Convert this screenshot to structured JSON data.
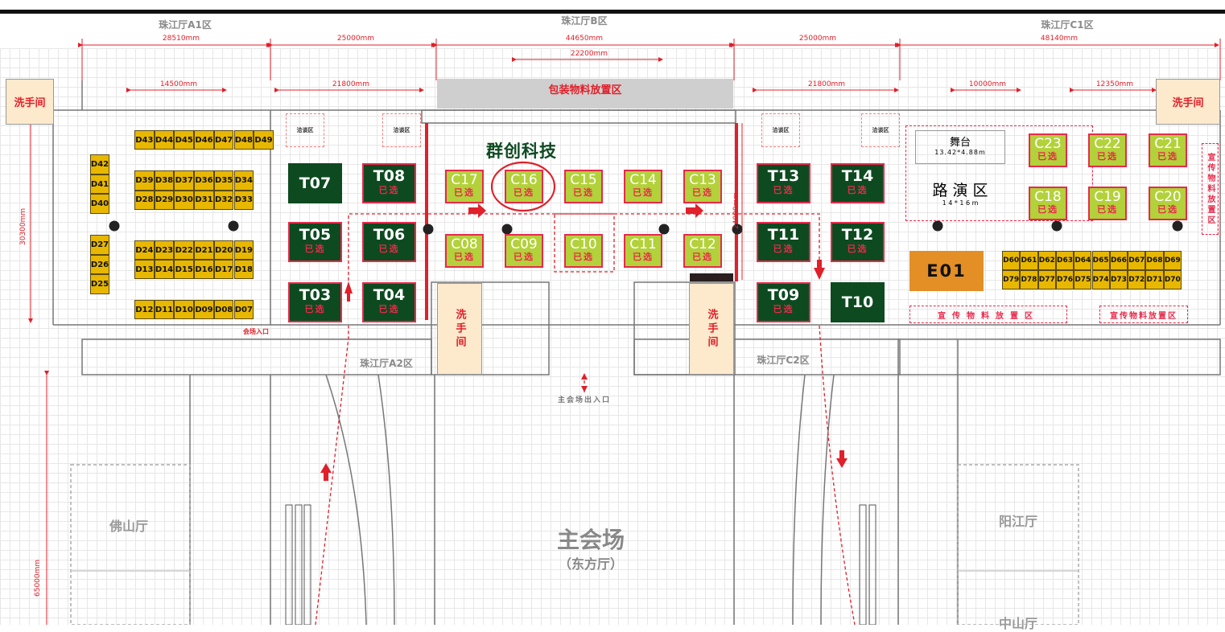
{
  "zones": {
    "a1": "珠江厅A1区",
    "b": "珠江厅B区",
    "c1": "珠江厅C1区",
    "a2": "珠江厅A2区",
    "c2": "珠江厅C2区"
  },
  "dimensions": {
    "a1_width": "28510mm",
    "a_gap": "25000mm",
    "b_width": "44650mm",
    "c_gap": "25000mm",
    "c1_width": "48140mm",
    "b_inner": "22200mm",
    "a1_inner": "14500mm",
    "a_inner": "21800mm",
    "c_inner": "21800mm",
    "c1_inner1": "10000mm",
    "c1_inner2": "12350mm",
    "a1_height": "30300mm",
    "b_height": "24000mm",
    "main_height": "65000mm"
  },
  "rooms": {
    "washroom": "洗手间",
    "packing_area": "包装物料放置区",
    "negotiation": "洽谈区",
    "entrance": "会场入口",
    "main_exit": "主会场出入口",
    "main_hall": "主会场",
    "main_hall_sub": "（东方厅）",
    "foshan": "佛山厅",
    "yangjiang": "阳江厅",
    "zhongshan": "中山厅",
    "stage": "舞台",
    "stage_size": "13.42*4.88m",
    "roadshow": "路 演 区",
    "roadshow_size": "1 4 * 1 6 m",
    "promo_area": "宣传物料放置区"
  },
  "highlight": {
    "company": "群创科技",
    "booth": "C16"
  },
  "selected_label": "已选",
  "d_booths": {
    "row_top": [
      "D43",
      "D44",
      "D45",
      "D46",
      "D47",
      "D48",
      "D49"
    ],
    "col_upper": [
      "D42",
      "D41",
      "D40"
    ],
    "row_2a": [
      "D39",
      "D38",
      "D37",
      "D36",
      "D35",
      "D34"
    ],
    "row_2b": [
      "D28",
      "D29",
      "D30",
      "D31",
      "D32",
      "D33"
    ],
    "col_lower": [
      "D27",
      "D26",
      "D25"
    ],
    "row_3a": [
      "D24",
      "D23",
      "D22",
      "D21",
      "D20",
      "D19"
    ],
    "row_3b": [
      "D13",
      "D14",
      "D15",
      "D16",
      "D17",
      "D18"
    ],
    "row_4": [
      "D12",
      "D11",
      "D10",
      "D09",
      "D08",
      "D07"
    ],
    "row_c1a": [
      "D60",
      "D61",
      "D62",
      "D63",
      "D64",
      "D65",
      "D66",
      "D67",
      "D68",
      "D69"
    ],
    "row_c1b": [
      "D79",
      "D78",
      "D77",
      "D76",
      "D75",
      "D74",
      "D73",
      "D72",
      "D71",
      "D70"
    ]
  },
  "t_booths": [
    {
      "id": "T07",
      "selected": false
    },
    {
      "id": "T08",
      "selected": true
    },
    {
      "id": "T05",
      "selected": true
    },
    {
      "id": "T06",
      "selected": true
    },
    {
      "id": "T03",
      "selected": true
    },
    {
      "id": "T04",
      "selected": true
    },
    {
      "id": "T13",
      "selected": true
    },
    {
      "id": "T14",
      "selected": true
    },
    {
      "id": "T11",
      "selected": true
    },
    {
      "id": "T12",
      "selected": true
    },
    {
      "id": "T09",
      "selected": true
    },
    {
      "id": "T10",
      "selected": false
    }
  ],
  "c_booths": [
    {
      "id": "C17",
      "selected": true
    },
    {
      "id": "C16",
      "selected": true
    },
    {
      "id": "C15",
      "selected": true
    },
    {
      "id": "C14",
      "selected": true
    },
    {
      "id": "C13",
      "selected": true
    },
    {
      "id": "C08",
      "selected": true
    },
    {
      "id": "C09",
      "selected": true
    },
    {
      "id": "C10",
      "selected": true
    },
    {
      "id": "C11",
      "selected": true
    },
    {
      "id": "C12",
      "selected": true
    },
    {
      "id": "C23",
      "selected": true
    },
    {
      "id": "C22",
      "selected": true
    },
    {
      "id": "C21",
      "selected": true
    },
    {
      "id": "C18",
      "selected": true
    },
    {
      "id": "C19",
      "selected": true
    },
    {
      "id": "C20",
      "selected": true
    }
  ],
  "e_booth": "E01",
  "colors": {
    "t_booth": "#0d4a20",
    "c_booth": "#b3d13a",
    "d_booth": "#e8b800",
    "e_booth": "#e38f26",
    "accent": "#e8294a"
  }
}
